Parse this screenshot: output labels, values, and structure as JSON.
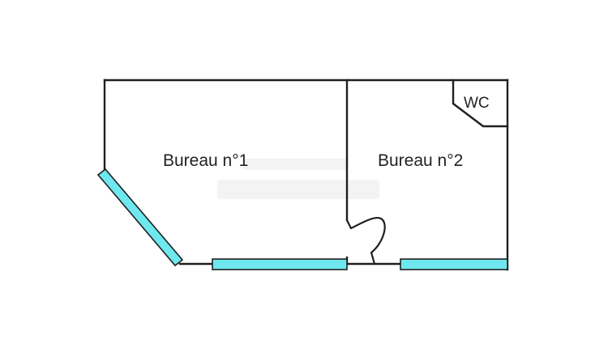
{
  "plan": {
    "rooms": [
      {
        "id": "bureau-1",
        "label": "Bureau n°1"
      },
      {
        "id": "bureau-2",
        "label": "Bureau n°2"
      },
      {
        "id": "wc",
        "label": "WC"
      }
    ],
    "colors": {
      "wall": "#1f1f1f",
      "window": "#6ee8ee",
      "background": "#ffffff"
    }
  }
}
